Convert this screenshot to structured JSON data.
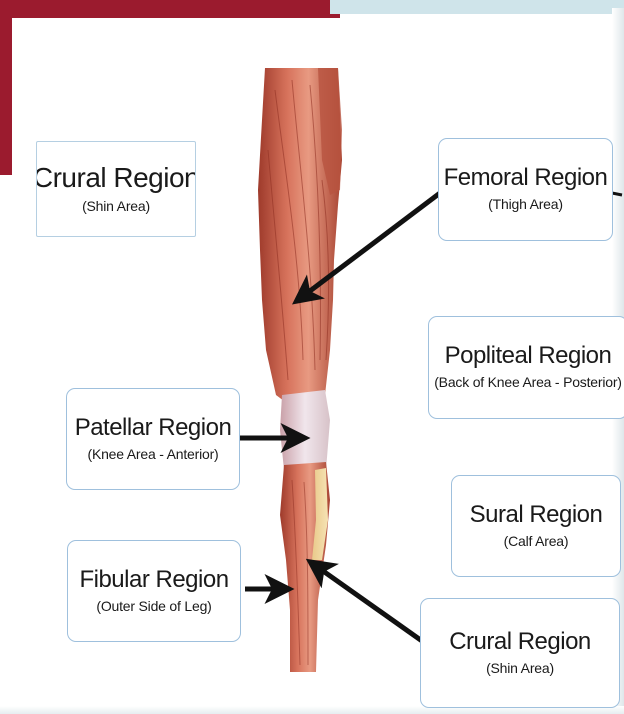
{
  "labels": {
    "crural_left": {
      "title": "Crural Region",
      "subtitle": "(Shin Area)"
    },
    "femoral": {
      "title": "Femoral Region",
      "subtitle": "(Thigh Area)"
    },
    "popliteal": {
      "title": "Popliteal Region",
      "subtitle": "(Back of Knee Area - Posterior)"
    },
    "patellar": {
      "title": "Patellar Region",
      "subtitle": "(Knee Area - Anterior)"
    },
    "sural": {
      "title": "Sural Region",
      "subtitle": "(Calf Area)"
    },
    "fibular": {
      "title": "Fibular Region",
      "subtitle": "(Outer Side of Leg)"
    },
    "crural_bottom": {
      "title": "Crural Region",
      "subtitle": "(Shin Area)"
    }
  },
  "colors": {
    "frame_red": "#9b1b2e",
    "frame_blue": "#cfe4ea",
    "frame_yellow": "#f2c02e",
    "box_border": "#9fc0dd",
    "muscle": "#c95a44",
    "arrow": "#111111"
  }
}
